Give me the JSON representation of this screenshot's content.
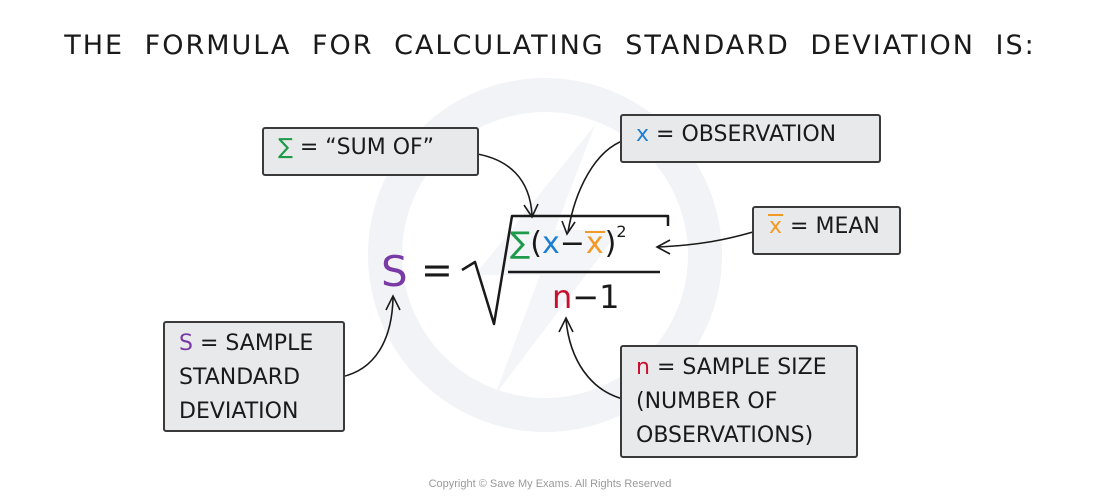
{
  "title": "THE FORMULA FOR CALCULATING STANDARD DEVIATION IS:",
  "formula": {
    "s": "S",
    "equals": "=",
    "sigma": "∑",
    "open_paren": "(",
    "x": "x",
    "minus": "−",
    "xbar": "x",
    "close_paren": ")",
    "squared": "2",
    "n": "n",
    "den_rest": "−1"
  },
  "labels": {
    "sum_of": {
      "symbol": "∑",
      "text": "= “SUM OF”"
    },
    "observation": {
      "symbol": "x",
      "text": "= OBSERVATION"
    },
    "mean": {
      "symbol": "x",
      "text": "= MEAN"
    },
    "sample_sd": {
      "symbol": "S",
      "line1": "= SAMPLE",
      "line2": "STANDARD",
      "line3": "DEVIATION"
    },
    "sample_size": {
      "symbol": "n",
      "line1": "= SAMPLE  SIZE",
      "line2": "(NUMBER  OF",
      "line3": "OBSERVATIONS)"
    }
  },
  "colors": {
    "sigma": "#1f9a4a",
    "x": "#1c7fd1",
    "xbar": "#f19a25",
    "s": "#7a3aa5",
    "n": "#c8102e",
    "box_fill": "#e8e9ea",
    "box_border": "#3a3a3a"
  },
  "copyright": "Copyright © Save My Exams. All Rights Reserved"
}
